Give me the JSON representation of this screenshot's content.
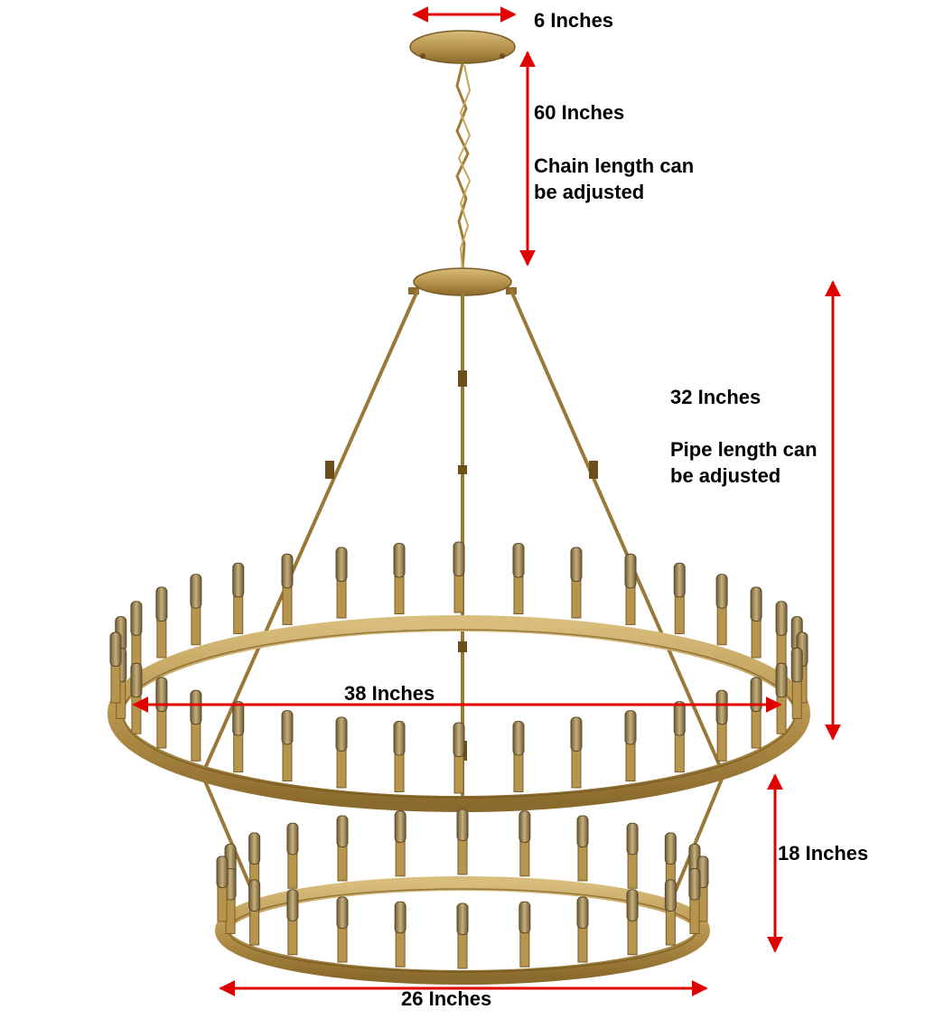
{
  "colors": {
    "background": "#ffffff",
    "brass": "#b8954e",
    "brass_dark": "#8a6a2c",
    "brass_light": "#d8bd7c",
    "arrow": "#e00000",
    "text": "#000000"
  },
  "dimensions": {
    "canopy_width": "6 Inches",
    "chain_length": "60 Inches",
    "chain_note_line1": "Chain length can",
    "chain_note_line2": "be adjusted",
    "pipe_length": "32 Inches",
    "pipe_note_line1": "Pipe length can",
    "pipe_note_line2": "be adjusted",
    "upper_ring_diameter": "38 Inches",
    "lower_tier_height": "18 Inches",
    "lower_ring_diameter": "26 Inches"
  },
  "icons": {
    "dimension_marker": "double-headed-arrow"
  }
}
